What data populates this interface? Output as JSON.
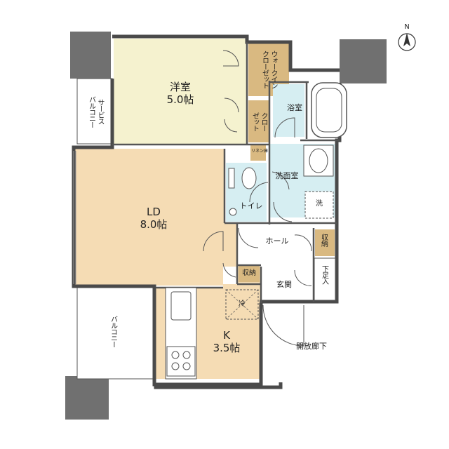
{
  "rooms": {
    "western_room": {
      "name": "洋室",
      "size": "5.0帖"
    },
    "ld": {
      "name": "LD",
      "size": "8.0帖"
    },
    "kitchen": {
      "name": "K",
      "size": "3.5帖"
    },
    "walk_in_closet": {
      "line1": "ウォークイン",
      "line2": "クローゼット"
    },
    "closet": {
      "line1": "クロー",
      "line2": "ゼット"
    },
    "bathroom": "浴室",
    "washroom": "洗面室",
    "toilet": "トイレ",
    "hall": "ホール",
    "storage_hall": "収納",
    "storage_ld": "収納",
    "entrance": "玄関",
    "shoe_box": "下足入",
    "linen": "リネン庫",
    "washer": "洗",
    "fridge": "冷",
    "service_balcony": {
      "line1": "サービス",
      "line2": "バルコニー"
    },
    "balcony": "バルコニー",
    "open_corridor": "開放廊下"
  },
  "compass": {
    "label": "N"
  },
  "colors": {
    "western_room": "#f5f2cf",
    "ld": "#f5dcb4",
    "kitchen": "#f5dcb4",
    "wet_area": "#d6eef2",
    "closet": "#d9b981",
    "pillar": "#707070",
    "wall": "#4a4a4a"
  }
}
